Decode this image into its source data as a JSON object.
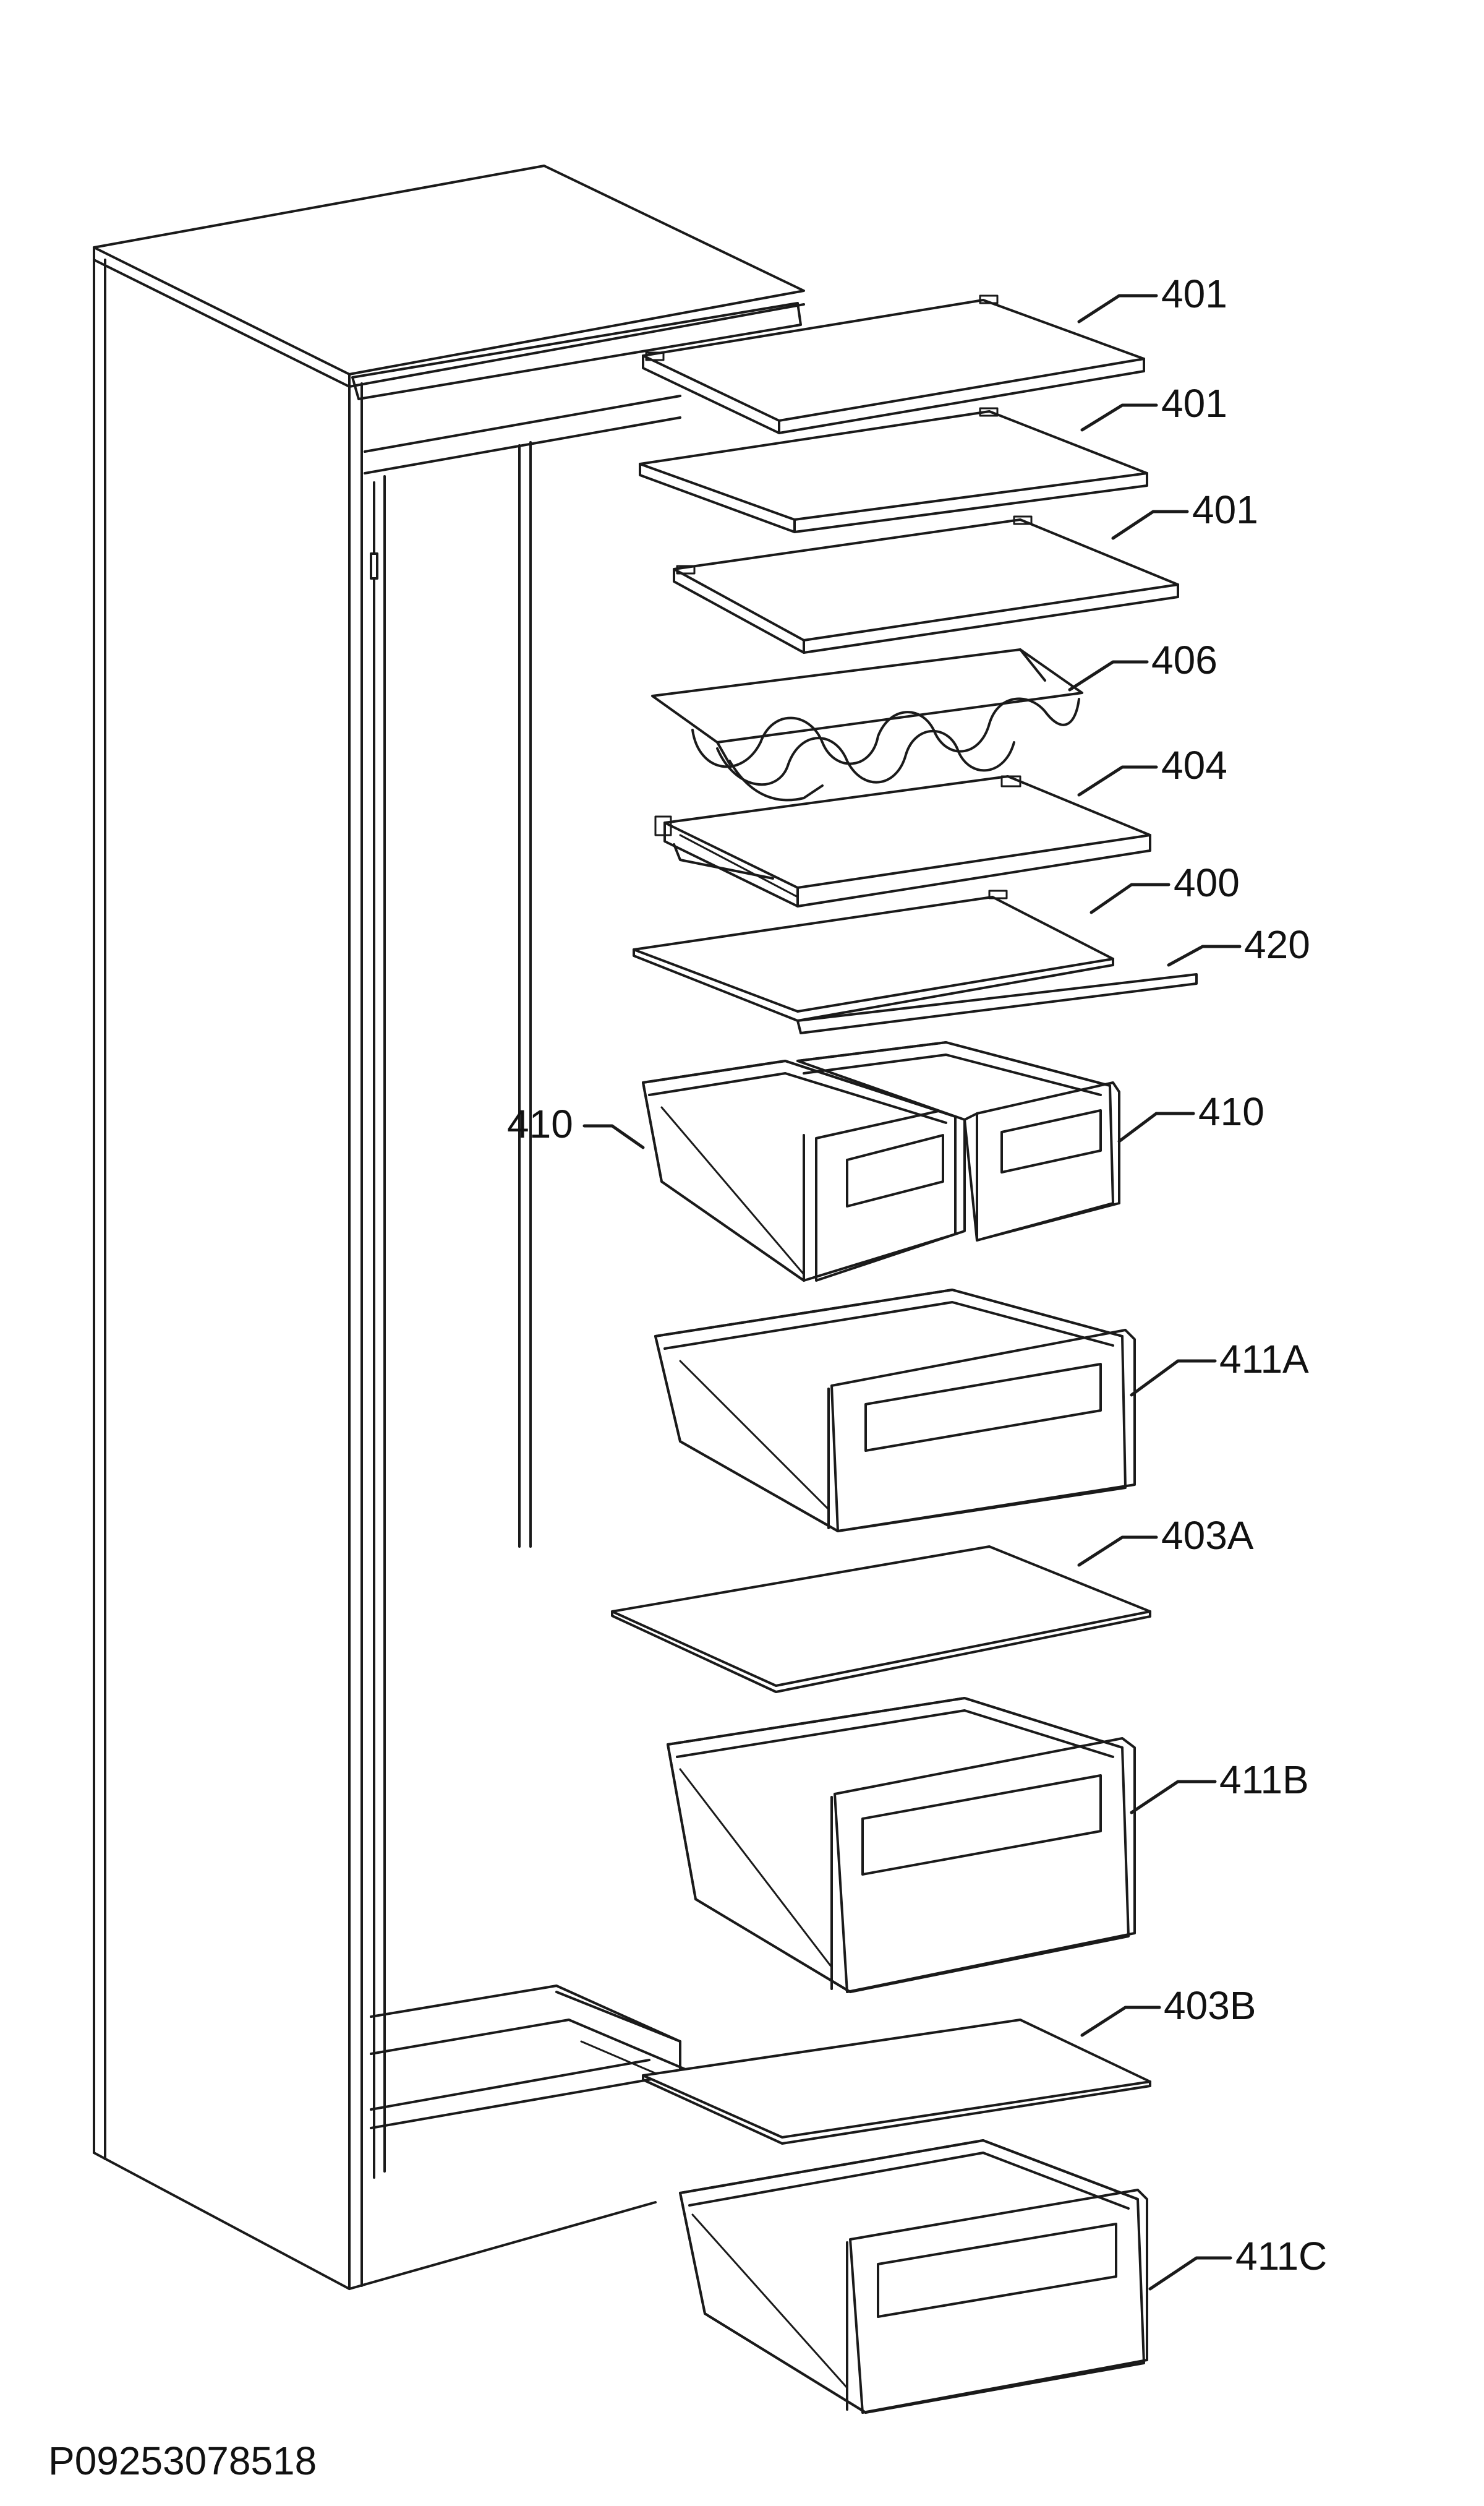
{
  "diagram": {
    "drawing_code": "P09253078518",
    "labels": {
      "shelf_1": "401",
      "shelf_2": "401",
      "shelf_3": "401",
      "bottle_rack": "406",
      "shelf_4": "404",
      "shelf_5": "400",
      "strip": "420",
      "drawer_left": "410",
      "drawer_right": "410",
      "drawer_a": "411A",
      "glass_a": "403A",
      "drawer_b": "411B",
      "glass_b": "403B",
      "drawer_c": "411C"
    }
  }
}
